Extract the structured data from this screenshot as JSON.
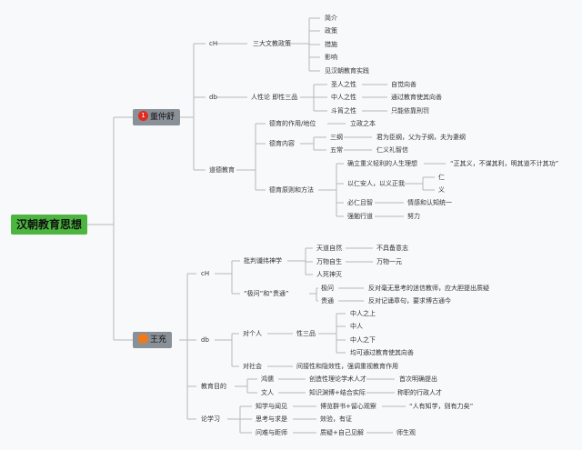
{
  "root": {
    "label": "汉朝教育思想"
  },
  "colors": {
    "root_bg": "#4cb53f",
    "main_bg": "#8a9098",
    "badge_dong": "#e02b1e",
    "badge_wang": "#f07a1a",
    "line": "#b0b0b0"
  },
  "dong": {
    "label": "董仲舒",
    "badge": "1",
    "badge_icon": "priority-1-icon",
    "ch": {
      "label": "cH",
      "policy": "三大文教政策",
      "items": [
        "简介",
        "政策",
        "措施",
        "影响",
        "见汉朝教育实践"
      ]
    },
    "db": {
      "label": "db",
      "theory": "人性论 即性三品",
      "items": [
        {
          "k": "圣人之性",
          "v": "自觉向善"
        },
        {
          "k": "中人之性",
          "v": "通过教育使其向善"
        },
        {
          "k": "斗筲之性",
          "v": "只能依靠刑罚"
        }
      ]
    },
    "moral": {
      "label": "道德教育",
      "role": {
        "k": "德育的作用/地位",
        "v": "立政之本"
      },
      "content": {
        "label": "德育内容",
        "items": [
          {
            "k": "三纲",
            "v": "君为臣纲，父为子纲，夫为妻纲"
          },
          {
            "k": "五常",
            "v": "仁义礼智信"
          }
        ]
      },
      "methods": {
        "label": "德育原则和方法",
        "items": [
          {
            "k": "确立重义轻利的人生理想",
            "v": "“正其义，不谋其利，明其道不计其功”"
          },
          {
            "k": "以仁安人，以义正我",
            "subs": [
              "仁",
              "义"
            ]
          },
          {
            "k": "必仁且智",
            "v": "情感和认知统一"
          },
          {
            "k": "强勉行道",
            "v": "努力"
          }
        ]
      }
    }
  },
  "wang": {
    "label": "王充",
    "badge_icon": "priority-2-icon",
    "ch": {
      "label": "cH",
      "critique": {
        "label": "批判谶纬神学",
        "items": [
          {
            "k": "天道自然",
            "v": "不具备意志"
          },
          {
            "k": "万物自生",
            "v": "万物一元"
          },
          {
            "k": "人死神灭"
          }
        ]
      },
      "wen": {
        "label": "“极问”和“贵通”",
        "items": [
          {
            "k": "极问",
            "v": "反对毫无思考的迷信教师，应大胆提出质疑"
          },
          {
            "k": "贵通",
            "v": "反对记诵章句，要求博古通今"
          }
        ]
      }
    },
    "db": {
      "label": "db",
      "individual": {
        "label": "对个人",
        "theory": "性三品",
        "items": [
          "中人之上",
          "中人",
          "中人之下",
          "均可通过教育使其向善"
        ]
      },
      "society": {
        "k": "对社会",
        "v": "间接性和隐效性，强调重视教育作用"
      }
    },
    "aim": {
      "label": "教育目的",
      "items": [
        {
          "k": "鸿儒",
          "v": "创造性理论学术人才",
          "w": "首次明确提出"
        },
        {
          "k": "文人",
          "v": "知识渊博+结合实际",
          "w": "称职的行政人才"
        }
      ]
    },
    "study": {
      "label": "论学习",
      "items": [
        {
          "k": "知学与闻见",
          "v": "博览群书+留心观察",
          "w": "“人有知学，则有力矣”"
        },
        {
          "k": "思考与求是",
          "v": "效验，有证"
        },
        {
          "k": "问难与距师",
          "v": "质疑+自己见解",
          "w": "师生观"
        }
      ]
    }
  }
}
